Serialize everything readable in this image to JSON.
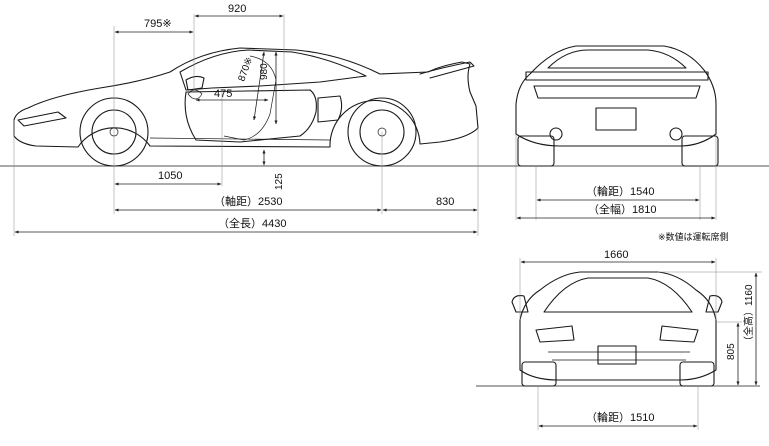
{
  "side_view": {
    "dims": {
      "d920": "920",
      "d795": "795※",
      "d870": "870※",
      "d980": "980",
      "d475": "475",
      "d1050": "1050",
      "d125": "125",
      "wheelbase": "（軸距）2530",
      "d830": "830",
      "length": "（全長）4430"
    }
  },
  "rear_view": {
    "dims": {
      "rear_tread": "（輪距）1540",
      "width": "（全幅）1810"
    },
    "note": "※数値は運転席側"
  },
  "front_view": {
    "dims": {
      "d1660": "1660",
      "height": "（全高）1160",
      "d805": "805",
      "front_tread": "（輪距）1510"
    }
  }
}
